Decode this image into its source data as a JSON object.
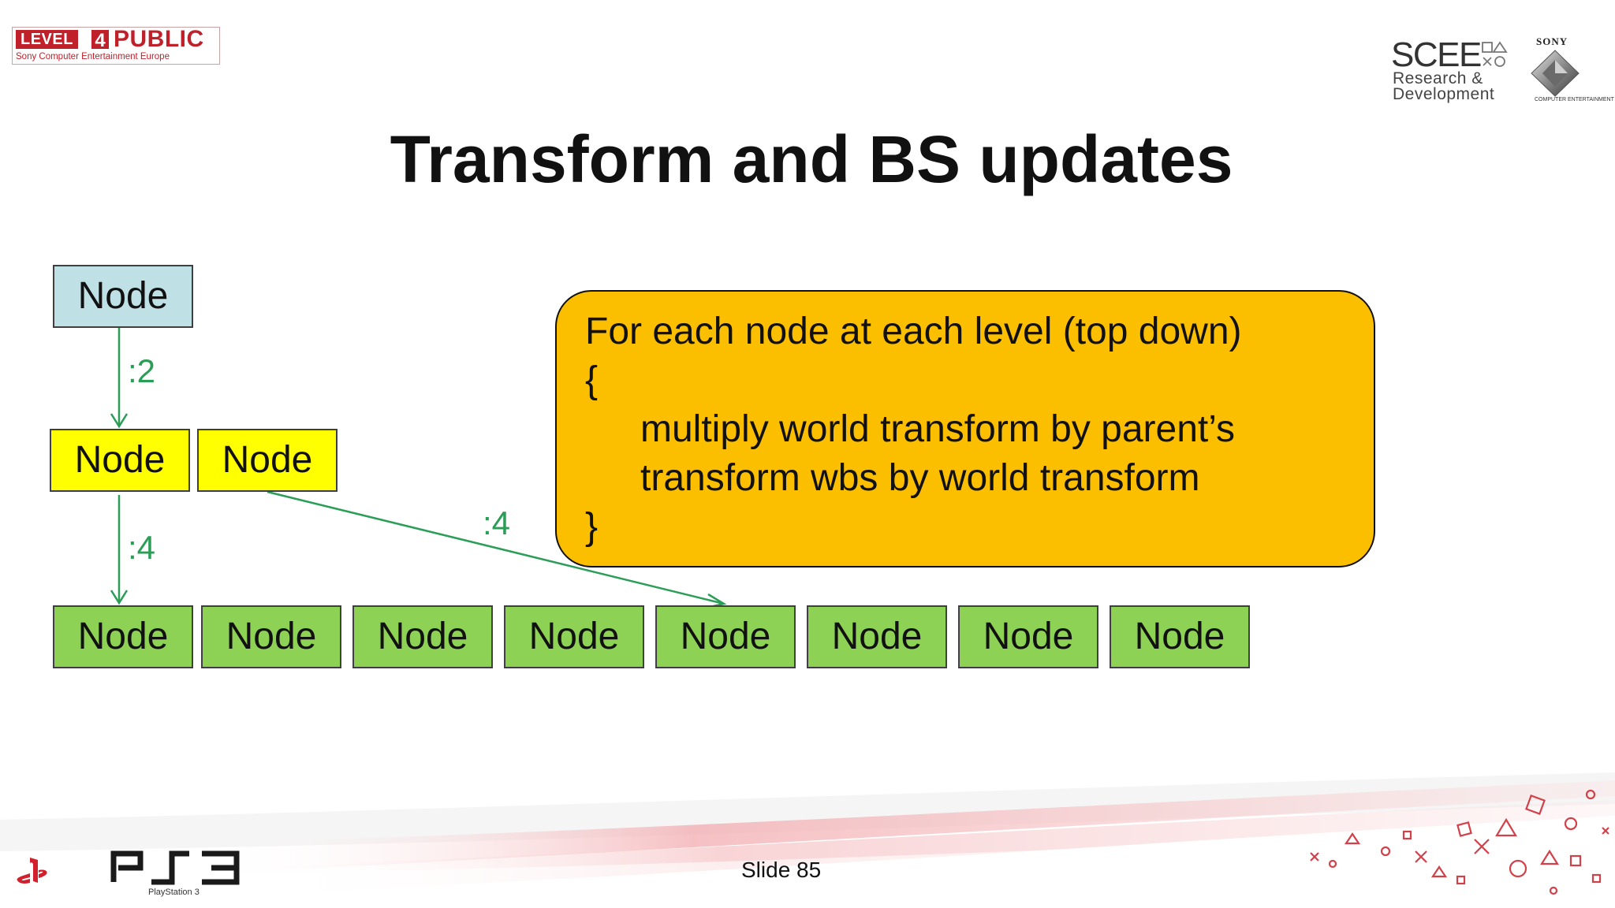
{
  "header": {
    "badge_level": "LEVEL",
    "badge_number": "4",
    "badge_public": "PUBLIC",
    "badge_company": "Sony Computer Entertainment Europe",
    "scee_word": "SCEE",
    "scee_subtitle": "Research &\nDevelopment",
    "sony_word": "SONY",
    "sony_caption": "COMPUTER ENTERTAINMENT"
  },
  "title": "Transform and BS updates",
  "diagram": {
    "root": "Node",
    "level1": [
      "Node",
      "Node"
    ],
    "level2": [
      "Node",
      "Node",
      "Node",
      "Node",
      "Node",
      "Node",
      "Node",
      "Node"
    ],
    "edge_labels": {
      "root_to_level1": ":2",
      "level1a_to_level2": ":4",
      "level1b_to_level2": ":4"
    },
    "colors": {
      "root": "#bfe1e6",
      "level1": "#ffff00",
      "level2": "#8dd155",
      "edge": "#2a9d56",
      "callout": "#fcbf00"
    }
  },
  "callout": {
    "lines": [
      "For each node at each level (top down)",
      "{",
      "multiply world transform by parent’s",
      "transform wbs by world transform",
      "}"
    ]
  },
  "footer": {
    "slide_label": "Slide 85",
    "ps3_caption": "PlayStation 3"
  },
  "icons": [
    "playstation-logo-icon",
    "ps3-logo-icon",
    "sony-diamond-icon",
    "scee-shapes-icon"
  ]
}
